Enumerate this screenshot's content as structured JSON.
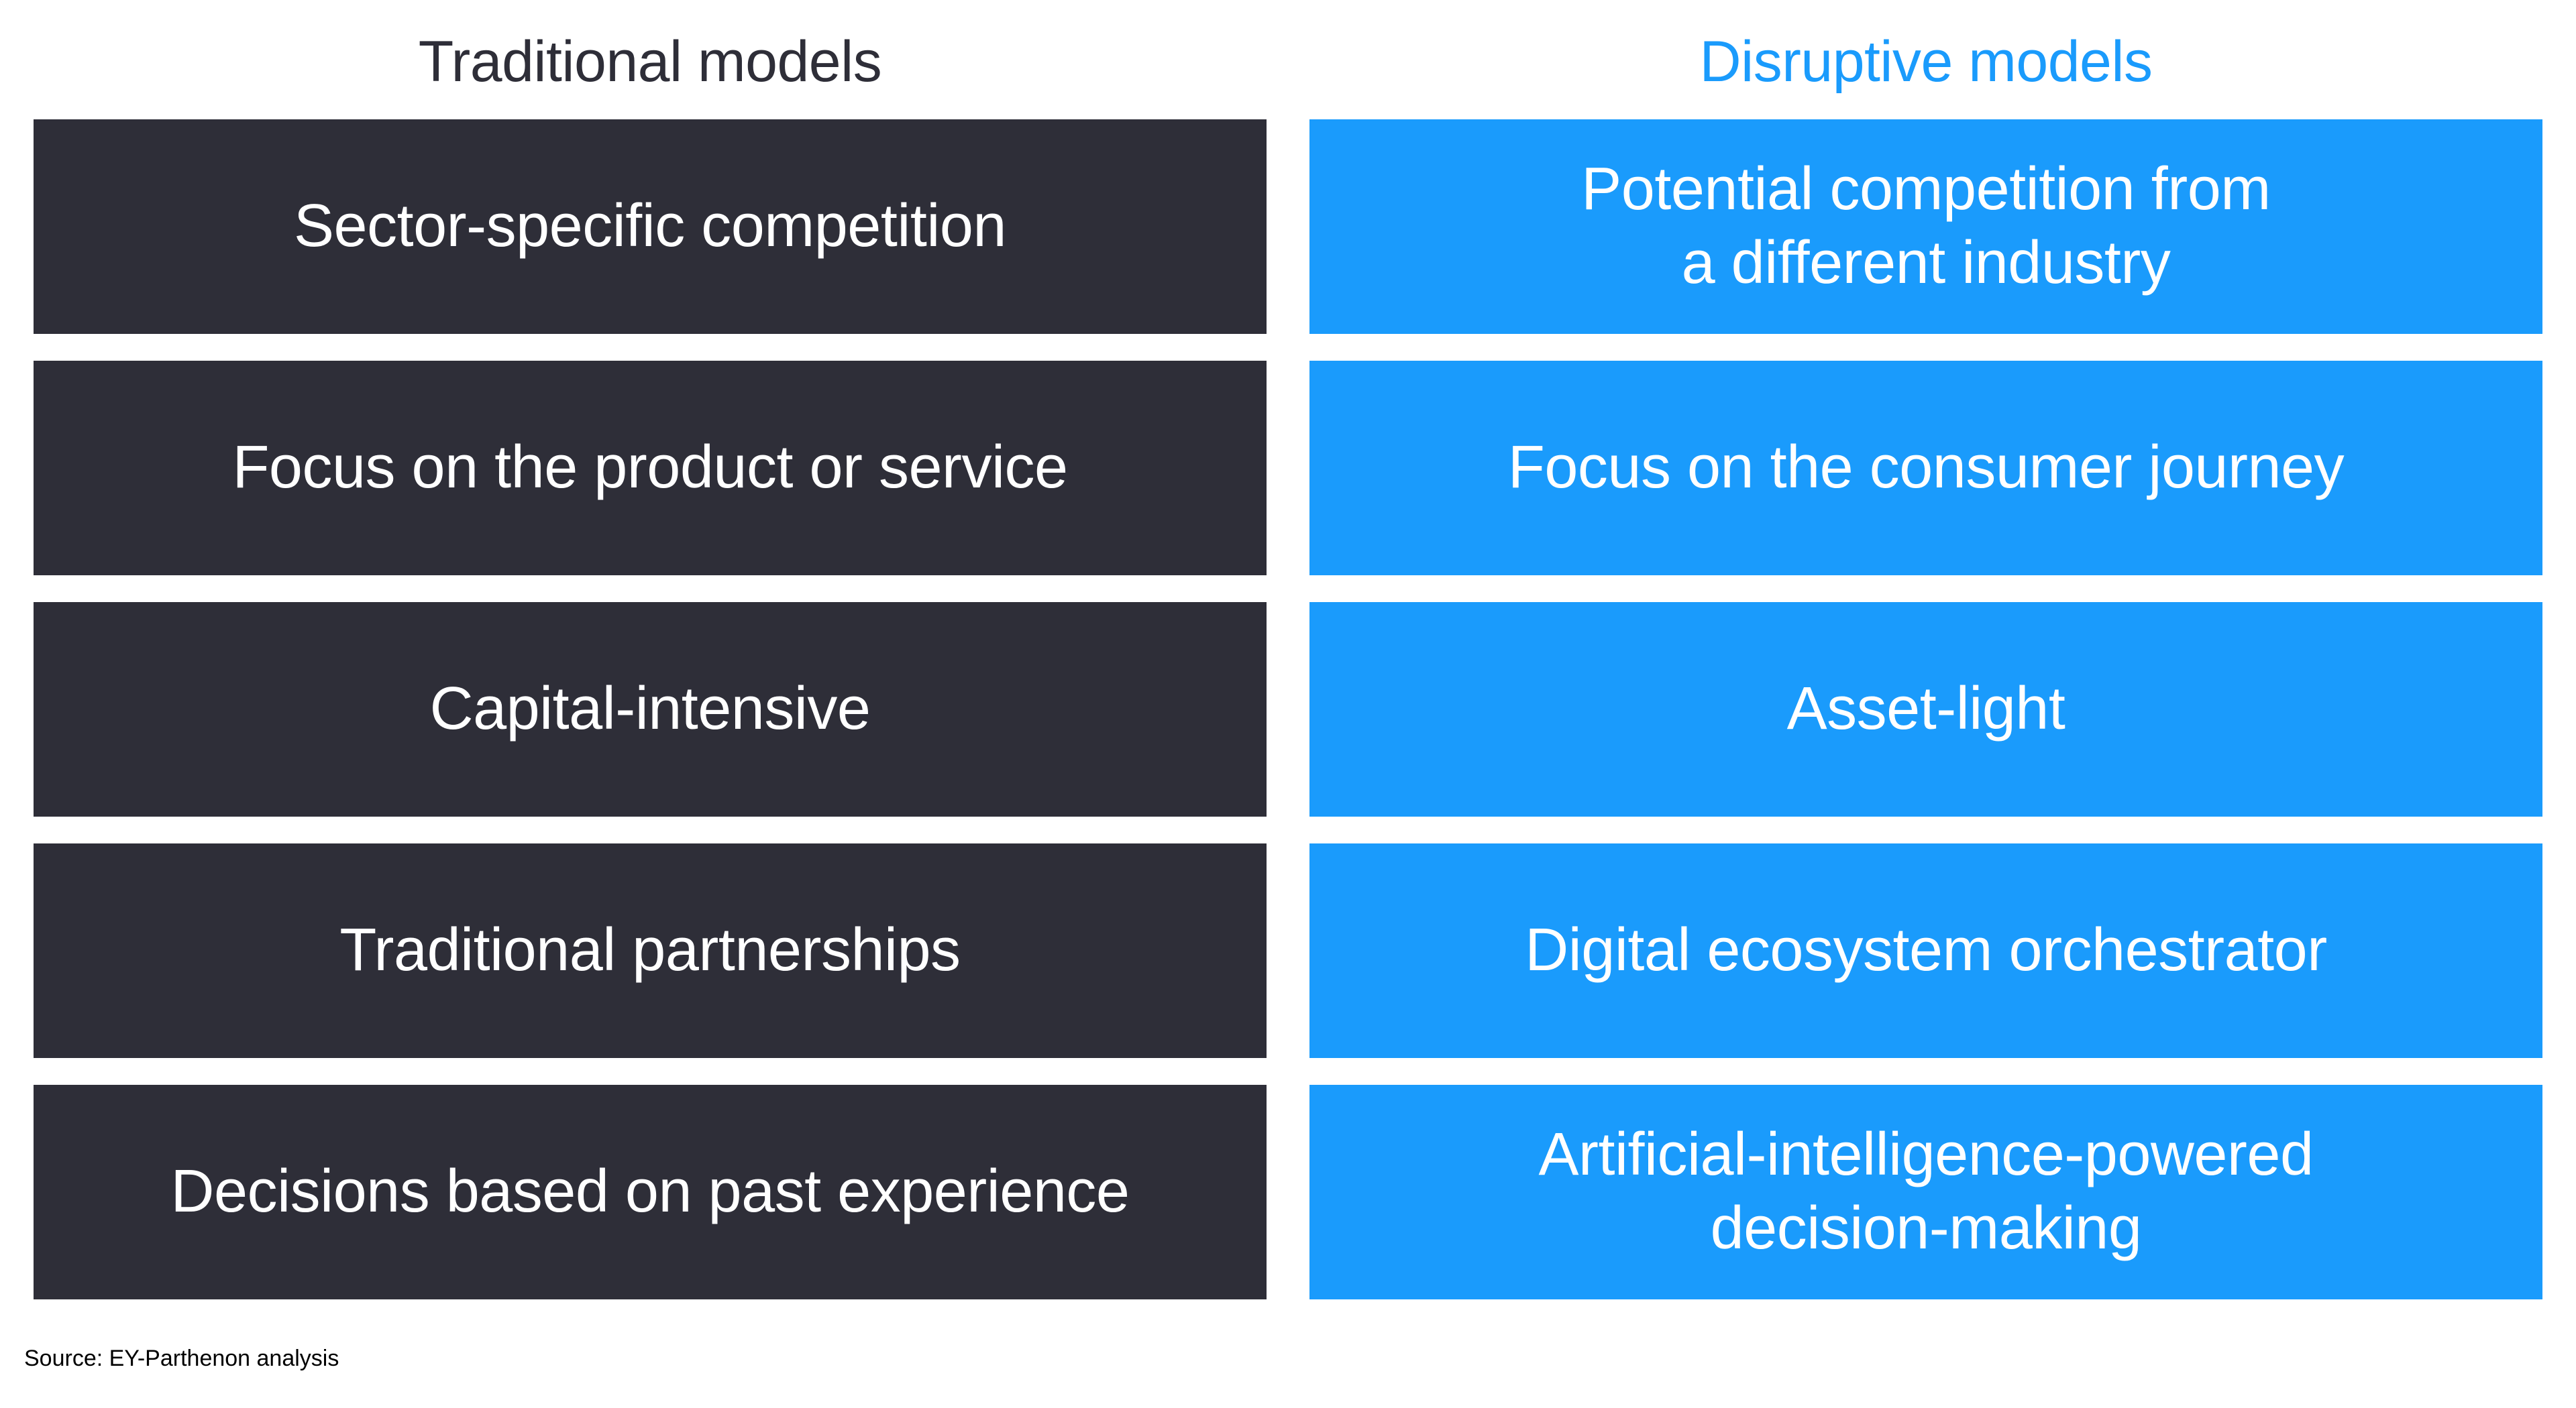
{
  "colors": {
    "traditional_bg": "#2E2E38",
    "disruptive_bg": "#1A9BFC",
    "traditional_header_text": "#2E2E38",
    "disruptive_header_text": "#1A9BFC",
    "cell_text": "#FFFFFF",
    "page_bg": "#FFFFFF",
    "source_text": "#000000"
  },
  "headers": {
    "traditional": "Traditional models",
    "disruptive": "Disruptive models"
  },
  "rows": [
    {
      "traditional": "Sector-specific competition",
      "disruptive": "Potential competition from\na different industry"
    },
    {
      "traditional": "Focus on the product or service",
      "disruptive": "Focus on the consumer journey"
    },
    {
      "traditional": "Capital-intensive",
      "disruptive": "Asset-light"
    },
    {
      "traditional": "Traditional partnerships",
      "disruptive": "Digital ecosystem orchestrator"
    },
    {
      "traditional": "Decisions based on past experience",
      "disruptive": "Artificial-intelligence-powered\ndecision-making"
    }
  ],
  "source": "Source: EY-Parthenon analysis"
}
